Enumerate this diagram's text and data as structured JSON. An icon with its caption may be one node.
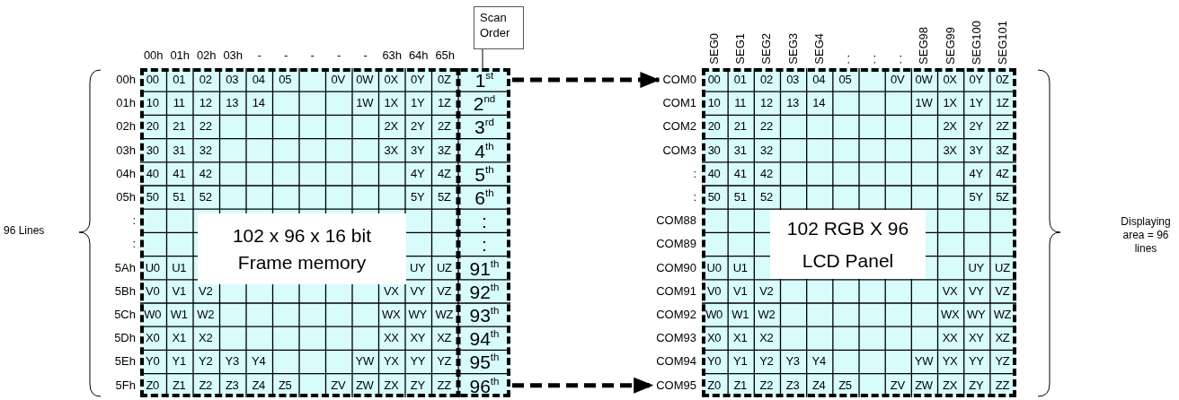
{
  "diagram": {
    "nodes": [
      {
        "text": [
          "Scan Order"
        ]
      },
      {
        "text": [],
        "shape": "box"
      },
      {
        "text": [
          "102 x 96 x 16 bit Frame memory"
        ],
        "in": 1
      },
      {
        "text": [
          "COM0"
        ]
      },
      {
        "text": [
          "COM95"
        ]
      },
      {
        "text": [],
        "shape": "box"
      },
      {
        "text": [
          "102 RGB X 96 LCD Panel"
        ],
        "in": 5
      }
    ],
    "edges": [
      {
        "from": 0,
        "to": 1,
        "arrow": "none"
      },
      {
        "from": 1,
        "to": 3,
        "arrow": "to",
        "style": "dashed"
      },
      {
        "from": 1,
        "to": 4,
        "arrow": "to",
        "style": "dashed"
      }
    ],
    "labels": [
      "96 Lines",
      "00h",
      "01h",
      "02h",
      "03h",
      "-",
      "-",
      "-",
      "-",
      "-",
      "63h",
      "64h",
      "65h",
      "00h",
      "00",
      "01",
      "02",
      "03",
      "04",
      "05",
      "0V",
      "0W",
      "0X",
      "0Y",
      "0Z",
      "1$^{st}$",
      "01h",
      "10",
      "11",
      "12",
      "13",
      "14",
      "1W",
      "1X",
      "1Y",
      "1Z",
      "2$^{nd}$",
      "02h",
      "20",
      "21",
      "22",
      "2X",
      "2Y",
      "2Z",
      "3$^{rd}$",
      "03h",
      "30",
      "31",
      "32",
      "3X",
      "3Y",
      "3Z",
      "4$^{th}$",
      "04h",
      "40",
      "41",
      "42",
      "4Y",
      "4Z",
      "5$^{th}$",
      "05h",
      "50",
      "51",
      "52",
      "5Y",
      "5Z",
      "6$^{th}$",
      ":",
      ":",
      ":",
      ":",
      "5Ah",
      "U0",
      "U1",
      "UY",
      "UZ",
      "91$^{th}$",
      "5Bh",
      "V0",
      "V1",
      "V2",
      "VX",
      "VY",
      "VZ",
      "92$^{th}$",
      "5Ch",
      "W0",
      "W1",
      "W2",
      "WX",
      "WY",
      "WZ",
      "93$^{th}$",
      "5Dh",
      "X0",
      "X1",
      "X2",
      "XX",
      "XY",
      "XZ",
      "94$^{th}$",
      "5Eh",
      "Y0",
      "Y1",
      "Y2",
      "Y3",
      "Y4",
      "YW",
      "YX",
      "YY",
      "YZ",
      "95$^{th}$",
      "5Fh",
      "Z0",
      "Z1",
      "Z2",
      "Z3",
      "Z4",
      "Z5",
      "ZV",
      "ZW",
      "ZX",
      "ZY",
      "ZZ",
      "96$^{th}$",
      "SEG0",
      "SEG1",
      "SEG2",
      "SEG3",
      "SEG4",
      ". .",
      ". .",
      ". .",
      "SEG98",
      "SEG99",
      "SEG100",
      "SEG101",
      "00",
      "01",
      "02",
      "03",
      "04",
      "05",
      "0V",
      "0W",
      "0X",
      "0Y",
      "0Z",
      "COM1",
      "10",
      "11",
      "12",
      "13",
      "14",
      "1W",
      "1X",
      "1Y",
      "1Z",
      "COM2",
      "20",
      "21",
      "22",
      "2X",
      "2Y",
      "2Z",
      "COM3",
      "30",
      "31",
      "32",
      "3X",
      "3Y",
      "3Z",
      ":",
      "40",
      "41",
      "42",
      "4Y",
      "4Z",
      ":",
      "50",
      "51",
      "52",
      "5Y",
      "5Z",
      "COM88",
      "COM89",
      "COM90",
      "U0",
      "U1",
      "UY",
      "UZ",
      "COM91",
      "V0",
      "V1",
      "V2",
      "VX",
      "VY",
      "VZ",
      "COM92",
      "W0",
      "W1",
      "W2",
      "WX",
      "WY",
      "WZ",
      "COM93",
      "X0",
      "X1",
      "X2",
      "XX",
      "XY",
      "XZ",
      "COM94",
      "Y0",
      "Y1",
      "Y2",
      "Y3",
      "Y4",
      "YW",
      "YX",
      "YY",
      "YZ",
      "Z0",
      "Z1",
      "Z2",
      "Z3",
      "Z4",
      "Z5",
      "ZV",
      "ZW",
      "ZX",
      "ZY",
      "ZZ",
      "Displaying area = 96 lines"
    ]
  }
}
